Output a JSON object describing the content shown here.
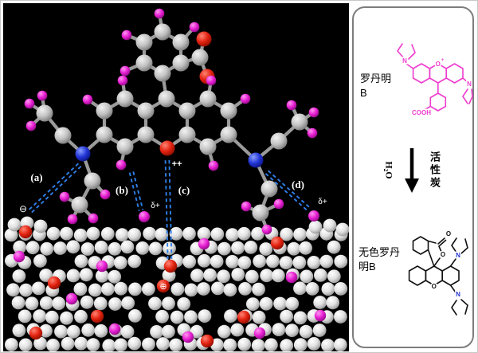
{
  "colors": {
    "panel_bg": "#000000",
    "carbon": "#c9c9c9",
    "hydrogen": "#e71fd3",
    "oxygen": "#dd1100",
    "nitrogen": "#1133cc",
    "bond": "#9b9b9b",
    "hbond_line": "#2e7fe8",
    "surface_sphere": "#e8e8e8",
    "rhodamine_pink": "#ee3ccf",
    "structure_black": "#111111",
    "n_blue": "#2233cc",
    "label_white": "#ffffff"
  },
  "left_panel": {
    "interaction_labels": {
      "a": "(a)",
      "b": "(b)",
      "c": "(c)",
      "d": "(d)"
    },
    "delta_plus": "δ+",
    "double_plus": "++",
    "circled_plus": "⊕",
    "circled_minus": "⊖"
  },
  "right_panel": {
    "reactant_label": "罗丹明B",
    "cooh_label": "COOH",
    "catalyst_label": "活性炭",
    "water_label": "H₂O",
    "product_label": "无色罗丹明B",
    "atom_n": "N",
    "atom_o": "O",
    "plus_charge": "+"
  }
}
